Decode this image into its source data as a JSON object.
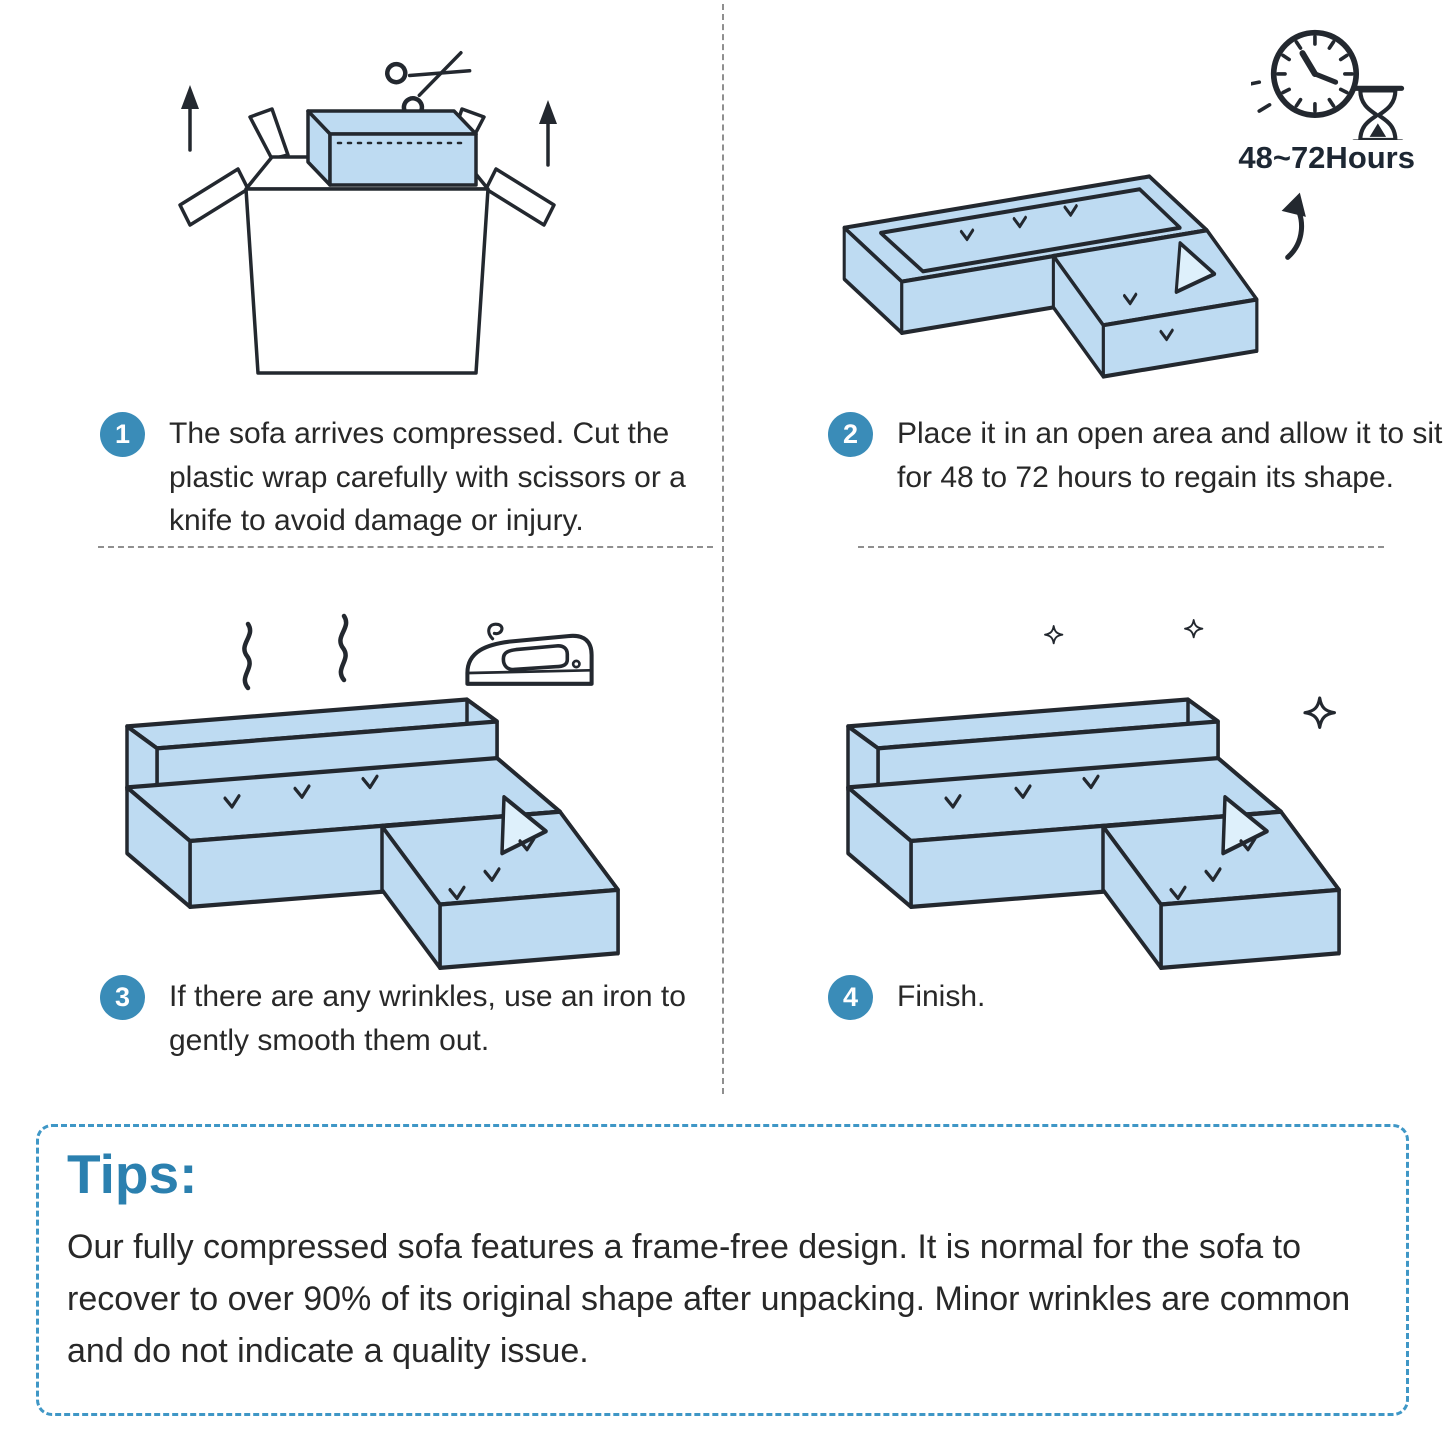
{
  "steps": [
    {
      "number": "1",
      "text": "The sofa arrives compressed. Cut the plastic wrap carefully with scissors or a knife to avoid damage or injury."
    },
    {
      "number": "2",
      "text": "Place it in an open area and allow it to sit for 48 to 72 hours to regain its shape."
    },
    {
      "number": "3",
      "text": "If there are any wrinkles, use an iron to gently smooth them out."
    },
    {
      "number": "4",
      "text": "Finish."
    }
  ],
  "badges": {
    "duration": "48~72Hours"
  },
  "tips": {
    "title": "Tips:",
    "body": "Our fully compressed sofa features a frame-free design. It is normal for the sofa to recover to over 90% of its original shape after unpacking. Minor wrinkles are common and do not indicate a quality issue."
  },
  "icons": [
    "scissors-icon",
    "up-arrow-icon",
    "clock-icon",
    "hourglass-icon",
    "curved-up-arrow-icon",
    "iron-icon",
    "steam-icon",
    "sparkle-icon",
    "step-number-badge"
  ],
  "colors": {
    "step-circle": "#3a8cb8",
    "outline": "#23282f",
    "sofa-fill": "#bedbf2",
    "sofa-fill-light": "#def0fb",
    "tips-title": "#2b80af",
    "tips-border": "#3f97c6",
    "separator": "#8f8f8f",
    "text": "#282828",
    "duration-text": "#1d2733"
  }
}
